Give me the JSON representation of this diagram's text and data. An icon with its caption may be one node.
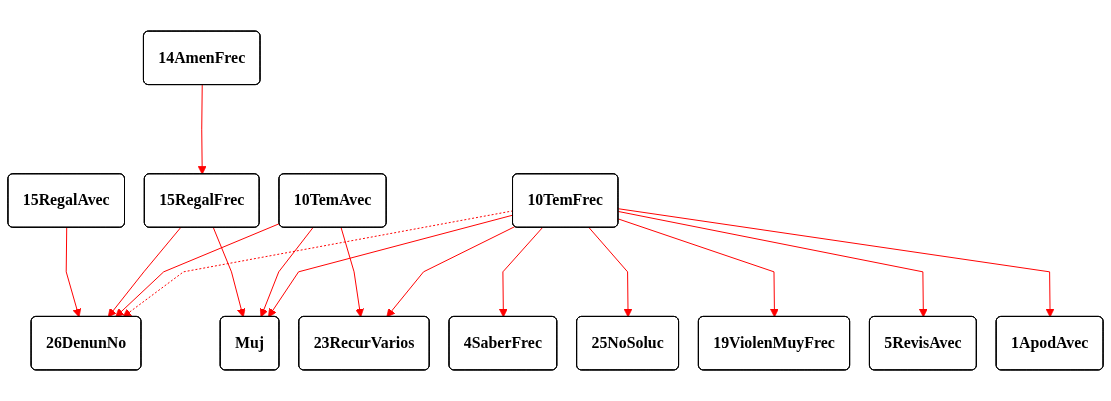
{
  "diagram": {
    "nodes": [
      {
        "text": [
          "14AmenFrec"
        ]
      },
      {
        "text": [
          "15RegalAvec"
        ]
      },
      {
        "text": [
          "15RegalFrec"
        ]
      },
      {
        "text": [
          "10TemAvec"
        ]
      },
      {
        "text": [
          "10TemFrec"
        ]
      },
      {
        "text": [
          "26DenunNo"
        ]
      },
      {
        "text": [
          "Muj"
        ]
      },
      {
        "text": [
          "23RecurVarios"
        ]
      },
      {
        "text": [
          "4SaberFrec"
        ]
      },
      {
        "text": [
          "25NoSoluc"
        ]
      },
      {
        "text": [
          "19ViolenMuyFrec"
        ]
      },
      {
        "text": [
          "5RevisAvec"
        ]
      },
      {
        "text": [
          "1ApodAvec"
        ]
      }
    ],
    "edges": [
      {
        "from": 0,
        "to": 2,
        "arrow": "to"
      },
      {
        "from": 1,
        "to": 5,
        "arrow": "to"
      },
      {
        "from": 2,
        "to": 5,
        "arrow": "to"
      },
      {
        "from": 2,
        "to": 6,
        "arrow": "to"
      },
      {
        "from": 3,
        "to": 5,
        "arrow": "to"
      },
      {
        "from": 3,
        "to": 6,
        "arrow": "to"
      },
      {
        "from": 3,
        "to": 7,
        "arrow": "to"
      },
      {
        "from": 4,
        "to": 5,
        "arrow": "to",
        "style": "dashed"
      },
      {
        "from": 4,
        "to": 6,
        "arrow": "to"
      },
      {
        "from": 4,
        "to": 7,
        "arrow": "to"
      },
      {
        "from": 4,
        "to": 8,
        "arrow": "to"
      },
      {
        "from": 4,
        "to": 9,
        "arrow": "to"
      },
      {
        "from": 4,
        "to": 10,
        "arrow": "to"
      },
      {
        "from": 4,
        "to": 11,
        "arrow": "to"
      },
      {
        "from": 4,
        "to": 12,
        "arrow": "to"
      }
    ]
  }
}
